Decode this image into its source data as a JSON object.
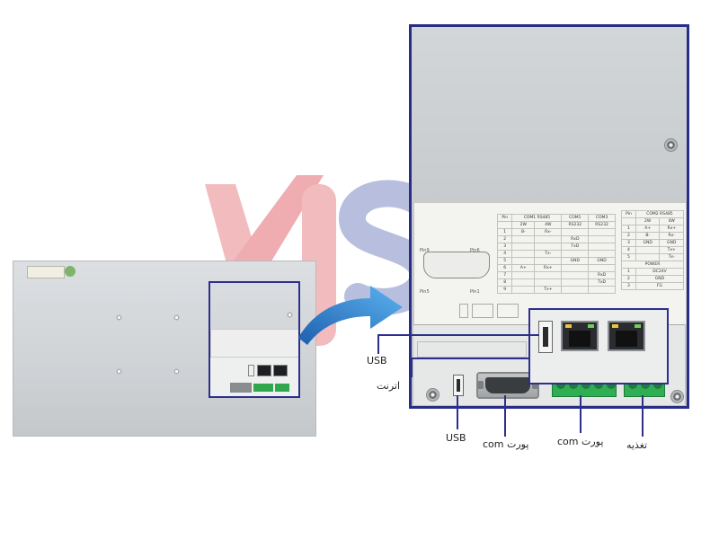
{
  "watermark": {
    "colors": {
      "red": "#e06067",
      "navy": "#2c3a8c"
    }
  },
  "callouts": {
    "usb_side": "USB",
    "ethernet": "اترنت",
    "usb_bottom": "USB",
    "com_port_1": "پورت com",
    "com_port_2": "پورت com",
    "power": "تغذیه"
  },
  "accent_color": "#2c2f8c"
}
